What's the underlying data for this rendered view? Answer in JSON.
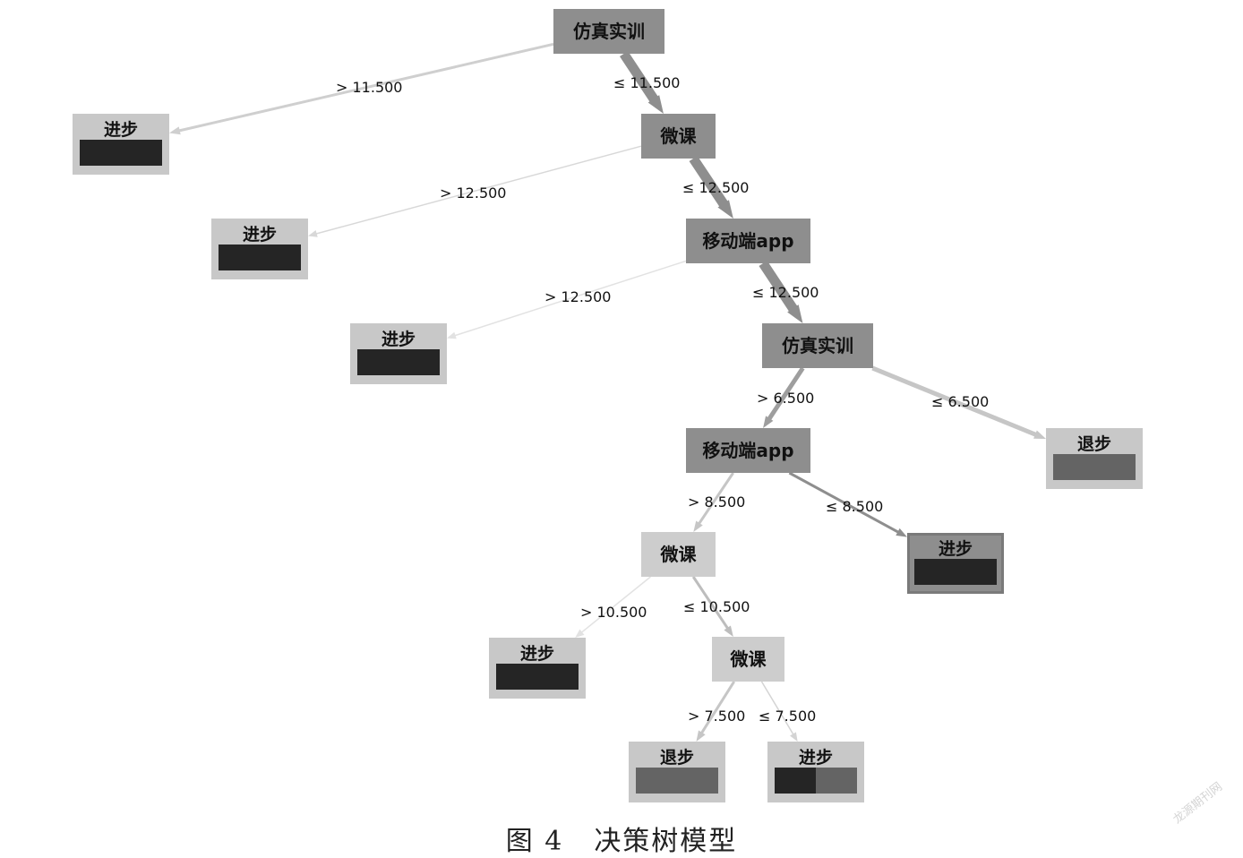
{
  "diagram": {
    "nodes": [
      {
        "id": "n0",
        "label": "仿真实训",
        "kind": "split",
        "shade": "#8e8e8e"
      },
      {
        "id": "n1",
        "label": "微课",
        "kind": "split",
        "shade": "#8e8e8e"
      },
      {
        "id": "n2",
        "label": "移动端app",
        "kind": "split",
        "shade": "#8e8e8e"
      },
      {
        "id": "n3",
        "label": "仿真实训",
        "kind": "split",
        "shade": "#8e8e8e"
      },
      {
        "id": "n4",
        "label": "移动端app",
        "kind": "split",
        "shade": "#8e8e8e"
      },
      {
        "id": "n5",
        "label": "微课",
        "kind": "split",
        "shade": "#cdcdcd"
      },
      {
        "id": "n6",
        "label": "微课",
        "kind": "split",
        "shade": "#cdcdcd"
      },
      {
        "id": "l1",
        "label": "进步",
        "kind": "leaf",
        "shade": "#c8c8c8",
        "class_shares": {
          "进步": 1.0,
          "退步": 0.0
        }
      },
      {
        "id": "l2",
        "label": "进步",
        "kind": "leaf",
        "shade": "#c8c8c8",
        "class_shares": {
          "进步": 1.0,
          "退步": 0.0
        }
      },
      {
        "id": "l3",
        "label": "进步",
        "kind": "leaf",
        "shade": "#c8c8c8",
        "class_shares": {
          "进步": 1.0,
          "退步": 0.0
        }
      },
      {
        "id": "l4",
        "label": "退步",
        "kind": "leaf",
        "shade": "#c8c8c8",
        "class_shares": {
          "进步": 0.0,
          "退步": 1.0
        }
      },
      {
        "id": "l5",
        "label": "进步",
        "kind": "leaf",
        "shade": "#8e8e8e",
        "class_shares": {
          "进步": 1.0,
          "退步": 0.0
        }
      },
      {
        "id": "l6",
        "label": "进步",
        "kind": "leaf",
        "shade": "#c8c8c8",
        "class_shares": {
          "进步": 1.0,
          "退步": 0.0
        }
      },
      {
        "id": "l7",
        "label": "退步",
        "kind": "leaf",
        "shade": "#c8c8c8",
        "class_shares": {
          "进步": 0.0,
          "退步": 1.0
        }
      },
      {
        "id": "l8",
        "label": "进步",
        "kind": "leaf",
        "shade": "#c8c8c8",
        "class_shares": {
          "进步": 0.5,
          "退步": 0.5
        }
      }
    ],
    "edges": [
      {
        "from": "n0",
        "to": "l1",
        "label": "> 11.500",
        "weight": "thin",
        "color": "#cfcfcf"
      },
      {
        "from": "n0",
        "to": "n1",
        "label": "≤ 11.500",
        "weight": "heavy",
        "color": "#8e8e8e"
      },
      {
        "from": "n1",
        "to": "l2",
        "label": "> 12.500",
        "weight": "hair",
        "color": "#d8d8d8"
      },
      {
        "from": "n1",
        "to": "n2",
        "label": "≤ 12.500",
        "weight": "heavy",
        "color": "#8e8e8e"
      },
      {
        "from": "n2",
        "to": "l3",
        "label": "> 12.500",
        "weight": "hair",
        "color": "#e2e2e2"
      },
      {
        "from": "n2",
        "to": "n3",
        "label": "≤ 12.500",
        "weight": "heavy",
        "color": "#8e8e8e"
      },
      {
        "from": "n3",
        "to": "n4",
        "label": "> 6.500",
        "weight": "medium",
        "color": "#9e9e9e"
      },
      {
        "from": "n3",
        "to": "l4",
        "label": "≤ 6.500",
        "weight": "medium",
        "color": "#c6c6c6"
      },
      {
        "from": "n4",
        "to": "n5",
        "label": "> 8.500",
        "weight": "thin",
        "color": "#c6c6c6"
      },
      {
        "from": "n4",
        "to": "l5",
        "label": "≤ 8.500",
        "weight": "thin",
        "color": "#8e8e8e"
      },
      {
        "from": "n5",
        "to": "l6",
        "label": "> 10.500",
        "weight": "hair",
        "color": "#e2e2e2"
      },
      {
        "from": "n5",
        "to": "n6",
        "label": "≤ 10.500",
        "weight": "thin",
        "color": "#bdbdbd"
      },
      {
        "from": "n6",
        "to": "l7",
        "label": "> 7.500",
        "weight": "thin",
        "color": "#c6c6c6"
      },
      {
        "from": "n6",
        "to": "l8",
        "label": "≤ 7.500",
        "weight": "hair",
        "color": "#d4d4d4"
      }
    ]
  },
  "colors": {
    "进步": "#252525",
    "退步": "#646464"
  },
  "caption": {
    "number": "图 4",
    "title": "决策树模型"
  },
  "watermark": "龙源期刊网"
}
